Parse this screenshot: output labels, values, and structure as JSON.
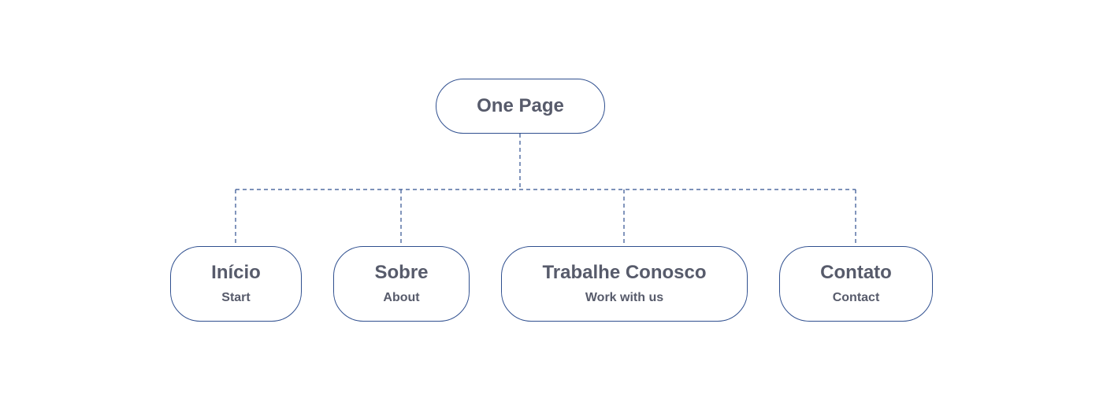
{
  "diagram": {
    "root": {
      "title": "One Page"
    },
    "children": [
      {
        "title": "Início",
        "subtitle": "Start"
      },
      {
        "title": "Sobre",
        "subtitle": "About"
      },
      {
        "title": "Trabalhe Conosco",
        "subtitle": "Work with us"
      },
      {
        "title": "Contato",
        "subtitle": "Contact"
      }
    ],
    "colors": {
      "border": "#2f4f8f",
      "connector": "#2f4f8f",
      "text": "#575b6b"
    }
  }
}
